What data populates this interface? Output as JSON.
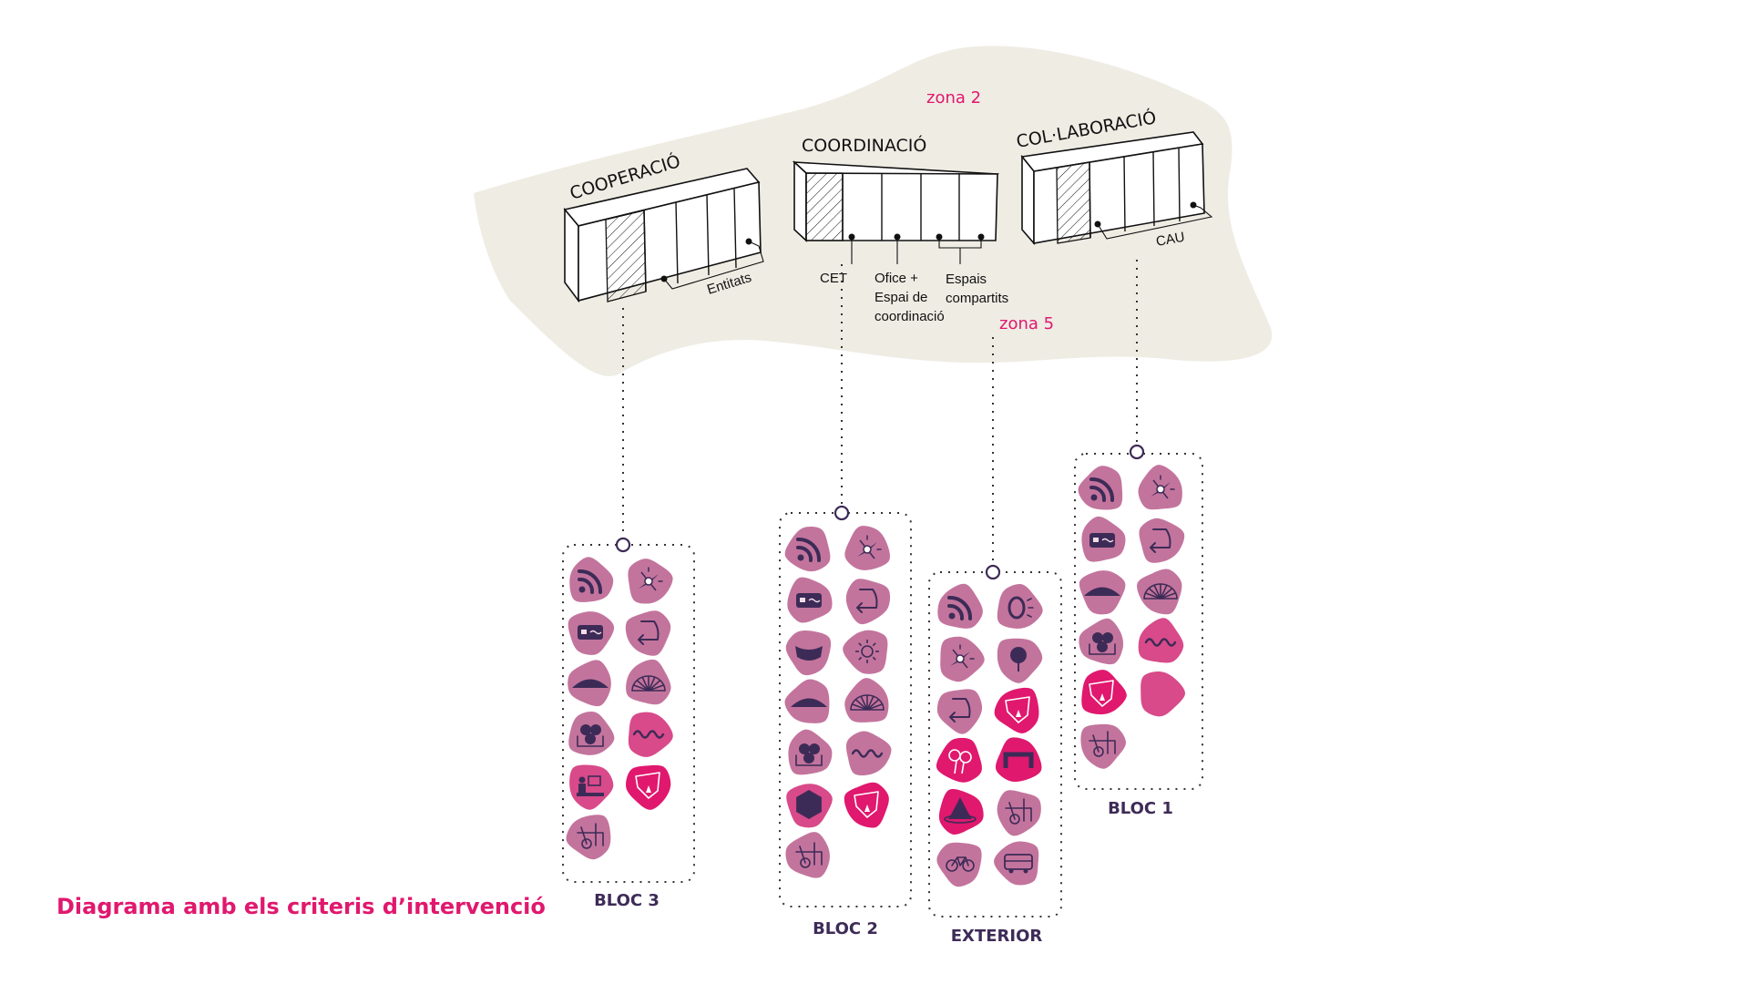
{
  "colors": {
    "plan_background": "#efece4",
    "accent_magenta": "#e0186e",
    "blob_pink": "#c3749d",
    "blob_mid": "#d84a8a",
    "blob_magenta": "#e0186e",
    "icon_ink": "#3d2b57",
    "line_ink": "#111111"
  },
  "plan": {
    "zones": [
      "zona 2",
      "zona 5"
    ],
    "blocks": {
      "cooperacio": {
        "title": "COOPERACIÓ",
        "annotation": "Entitats"
      },
      "coordinacio": {
        "title": "COORDINACIÓ",
        "annotations": {
          "cet": "CET",
          "ofice_1": "Ofice +",
          "ofice_2": "Espai de",
          "ofice_3": "coordinació",
          "espais_1": "Espais",
          "espais_2": "compartits"
        }
      },
      "collaboracio": {
        "title": "COL·LABORACIÓ",
        "annotation": "CAU"
      }
    }
  },
  "columns": {
    "bloc3": {
      "label": "BLOC 3",
      "icons": [
        {
          "icon": "rss-icon",
          "tone": "pink"
        },
        {
          "icon": "compass-icon",
          "tone": "pink"
        },
        {
          "icon": "card-icon",
          "tone": "pink"
        },
        {
          "icon": "return-arrow-icon",
          "tone": "pink"
        },
        {
          "icon": "mound-icon",
          "tone": "pink"
        },
        {
          "icon": "fan-icon",
          "tone": "pink"
        },
        {
          "icon": "cluster-icon",
          "tone": "pink"
        },
        {
          "icon": "wave-icon",
          "tone": "mid"
        },
        {
          "icon": "person-desk-icon",
          "tone": "mid"
        },
        {
          "icon": "drop-shape-icon",
          "tone": "magenta"
        },
        {
          "icon": "wheel-frame-icon",
          "tone": "pink"
        }
      ]
    },
    "bloc2": {
      "label": "BLOC 2",
      "icons": [
        {
          "icon": "rss-icon",
          "tone": "pink"
        },
        {
          "icon": "compass-icon",
          "tone": "pink"
        },
        {
          "icon": "card-icon",
          "tone": "pink"
        },
        {
          "icon": "return-arrow-icon",
          "tone": "pink"
        },
        {
          "icon": "bowl-icon",
          "tone": "pink"
        },
        {
          "icon": "sun-icon",
          "tone": "pink"
        },
        {
          "icon": "mound-icon",
          "tone": "pink"
        },
        {
          "icon": "fan-icon",
          "tone": "pink"
        },
        {
          "icon": "cluster-icon",
          "tone": "pink"
        },
        {
          "icon": "wave-icon",
          "tone": "pink"
        },
        {
          "icon": "hexagon-icon",
          "tone": "mid"
        },
        {
          "icon": "drop-shape-icon",
          "tone": "magenta"
        },
        {
          "icon": "wheel-frame-icon",
          "tone": "pink"
        }
      ]
    },
    "exterior": {
      "label": "EXTERIOR",
      "icons": [
        {
          "icon": "rss-icon",
          "tone": "pink"
        },
        {
          "icon": "lamp-icon",
          "tone": "pink"
        },
        {
          "icon": "compass-icon",
          "tone": "pink"
        },
        {
          "icon": "tree-icon",
          "tone": "pink"
        },
        {
          "icon": "return-arrow-icon",
          "tone": "pink"
        },
        {
          "icon": "drop-shape-icon",
          "tone": "magenta"
        },
        {
          "icon": "flowers-icon",
          "tone": "magenta"
        },
        {
          "icon": "bench-icon",
          "tone": "magenta"
        },
        {
          "icon": "cone-icon",
          "tone": "magenta"
        },
        {
          "icon": "wheel-frame-icon",
          "tone": "pink"
        },
        {
          "icon": "bicycle-icon",
          "tone": "pink"
        },
        {
          "icon": "bus-icon",
          "tone": "pink"
        }
      ]
    },
    "bloc1": {
      "label": "BLOC 1",
      "icons": [
        {
          "icon": "rss-icon",
          "tone": "pink"
        },
        {
          "icon": "compass-icon",
          "tone": "pink"
        },
        {
          "icon": "card-icon",
          "tone": "pink"
        },
        {
          "icon": "return-arrow-icon",
          "tone": "pink"
        },
        {
          "icon": "mound-icon",
          "tone": "pink"
        },
        {
          "icon": "fan-icon",
          "tone": "pink"
        },
        {
          "icon": "cluster-icon",
          "tone": "pink"
        },
        {
          "icon": "wave-icon",
          "tone": "mid"
        },
        {
          "icon": "drop-shape-icon",
          "tone": "magenta"
        },
        {
          "icon": "blank",
          "tone": "mid"
        },
        {
          "icon": "wheel-frame-icon",
          "tone": "pink"
        }
      ]
    }
  },
  "caption": "Diagrama amb els criteris d’intervenció"
}
